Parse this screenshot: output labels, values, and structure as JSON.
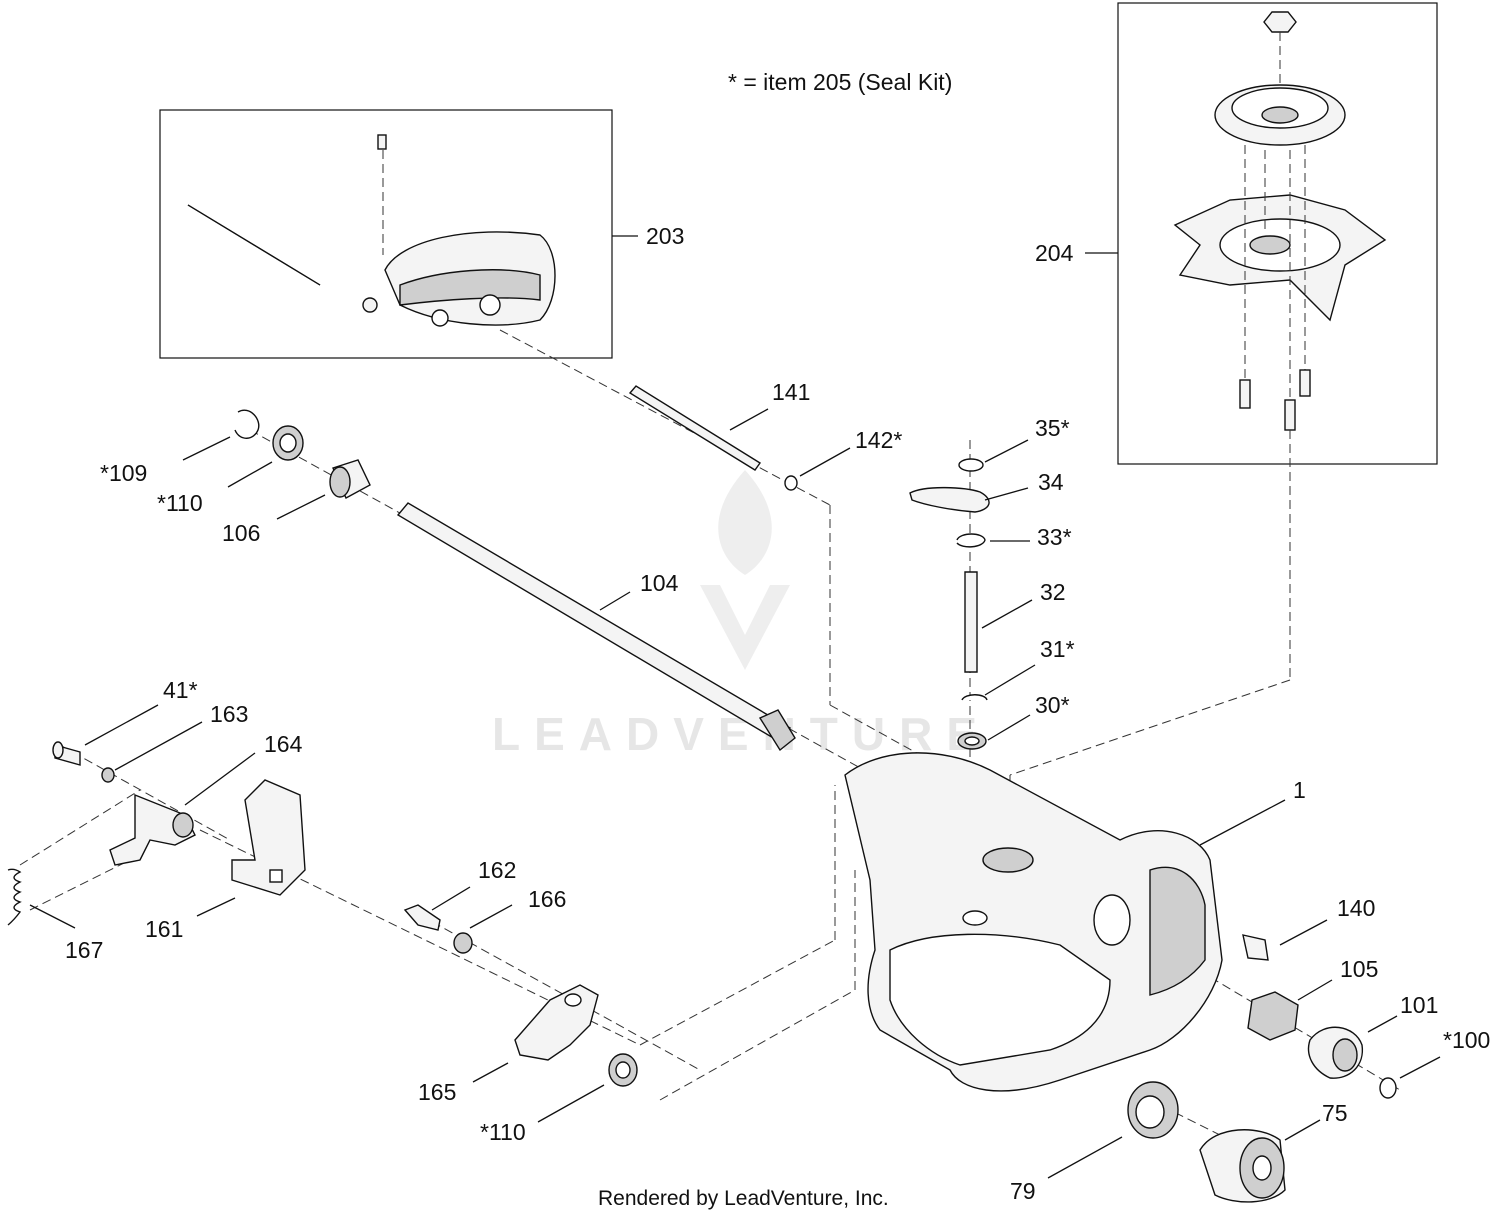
{
  "note": "* = item 205 (Seal Kit)",
  "credit": "Rendered by LeadVenture, Inc.",
  "watermark": "LEADVENTURE",
  "callouts": {
    "p203": "203",
    "p204": "204",
    "p141": "141",
    "p142": "142*",
    "p35": "35*",
    "p34": "34",
    "p33": "33*",
    "p32": "32",
    "p31": "31*",
    "p30": "30*",
    "p109": "*109",
    "p110a": "*110",
    "p106": "106",
    "p104": "104",
    "p41": "41*",
    "p163": "163",
    "p164": "164",
    "p167": "167",
    "p161": "161",
    "p162": "162",
    "p166": "166",
    "p165": "165",
    "p110b": "*110",
    "p1": "1",
    "p140": "140",
    "p105": "105",
    "p101": "101",
    "p100": "*100",
    "p75": "75",
    "p79": "79"
  }
}
